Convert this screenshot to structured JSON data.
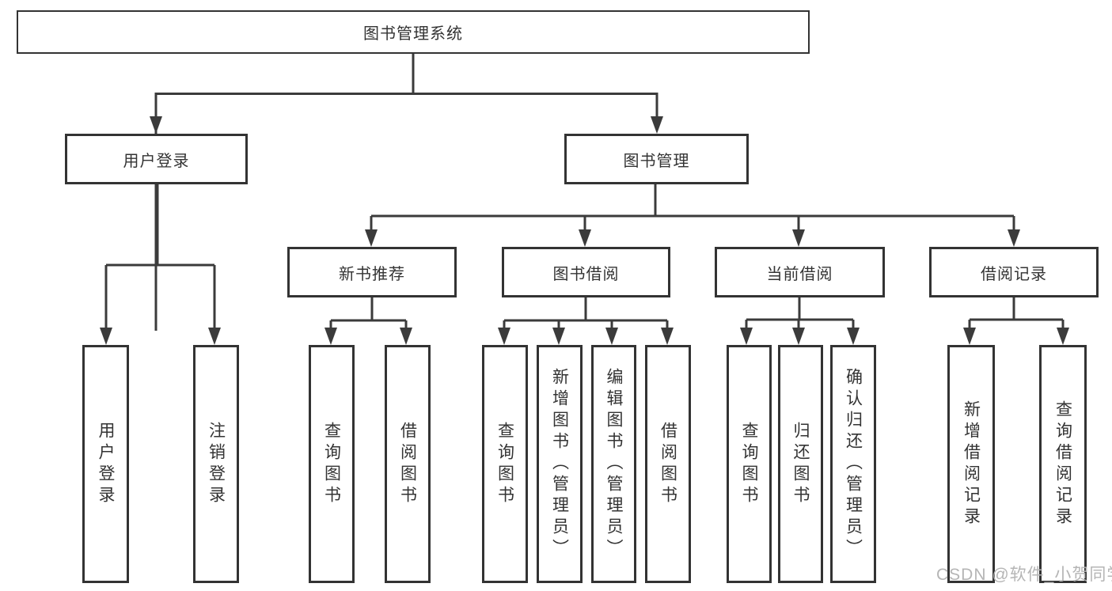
{
  "tree": {
    "root": "图书管理系统",
    "branches": [
      {
        "label": "用户登录",
        "children": [
          "用户登录",
          "注销登录"
        ]
      },
      {
        "label": "图书管理",
        "groups": [
          {
            "label": "新书推荐",
            "children": [
              "查询图书",
              "借阅图书"
            ]
          },
          {
            "label": "图书借阅",
            "children": [
              "查询图书",
              "新增图书（管理员）",
              "编辑图书（管理员）",
              "借阅图书"
            ]
          },
          {
            "label": "当前借阅",
            "children": [
              "查询图书",
              "归还图书",
              "确认归还（管理员）"
            ]
          },
          {
            "label": "借阅记录",
            "children": [
              "新增借阅记录",
              "查询借阅记录"
            ]
          }
        ]
      }
    ]
  },
  "watermark": "CSDN @软件_小贺同学",
  "colors": {
    "line": "#3b3b3b",
    "box_border": "#333333",
    "box_fill": "#ffffff",
    "text": "#333333",
    "watermark": "#b5b5b5"
  }
}
